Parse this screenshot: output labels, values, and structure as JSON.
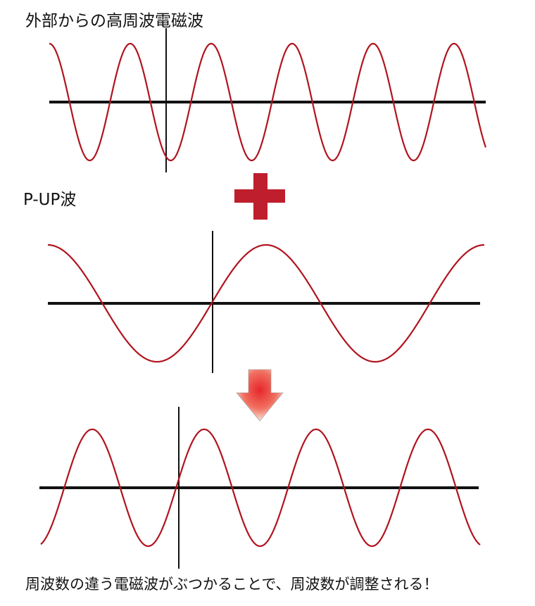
{
  "titles": {
    "external_wave": "外部からの高周波電磁波",
    "pup_wave": "P-UP波",
    "caption": "周波数の違う電磁波がぶつかることで、周波数が調整される！"
  },
  "colors": {
    "wave": "#b0141e",
    "axis": "#111111",
    "plus": "#bf1e2d",
    "arrow": "#e8262b"
  }
}
